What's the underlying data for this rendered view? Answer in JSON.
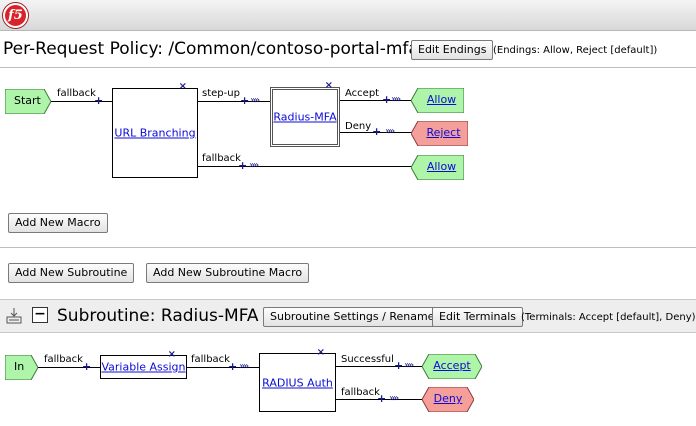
{
  "logo_text": "f5",
  "policy": {
    "title": "Per-Request Policy: /Common/contoso-portal-mfa",
    "edit_endings_label": "Edit Endings",
    "endings_note": "(Endings: Allow, Reject [default])",
    "start_label": "Start",
    "url_branching_label": "URL Branching",
    "radius_mfa_label": "Radius-MFA",
    "wire_fallback_1": "fallback",
    "wire_stepup": "step-up",
    "wire_fallback_2": "fallback",
    "wire_accept": "Accept",
    "wire_deny": "Deny",
    "end_allow_1": "Allow",
    "end_reject": "Reject",
    "end_allow_2": "Allow",
    "add_macro_label": "Add New Macro",
    "add_subroutine_label": "Add New Subroutine",
    "add_subroutine_macro_label": "Add New Subroutine Macro"
  },
  "subroutine": {
    "title": "Subroutine: Radius-MFA",
    "settings_label": "Subroutine Settings / Rename",
    "edit_terminals_label": "Edit Terminals",
    "terminals_note": "(Terminals: Accept [default], Deny)",
    "in_label": "In",
    "variable_assign_label": "Variable Assign",
    "radius_auth_label": "RADIUS Auth",
    "wire_fallback_1": "fallback",
    "wire_fallback_2": "fallback",
    "wire_successful": "Successful",
    "wire_fallback_3": "fallback",
    "end_accept": "Accept",
    "end_deny": "Deny"
  },
  "colors": {
    "terminal_green": "#aef4a9",
    "terminal_red": "#f59f9b",
    "link_blue": "#0b0bd6",
    "logo_red": "#d8232a"
  },
  "icons": [
    "f5-logo-icon",
    "close-x-icon",
    "plus-icon",
    "double-arrow-icon",
    "subroutine-icon",
    "collapse-icon"
  ]
}
